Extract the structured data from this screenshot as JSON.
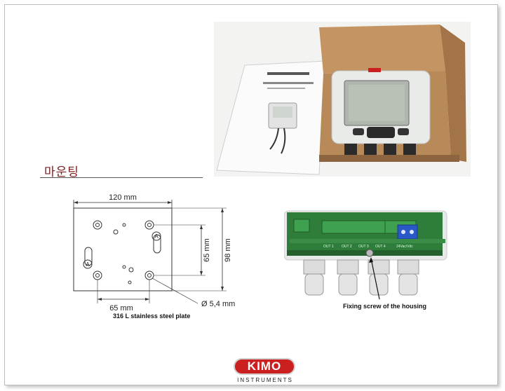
{
  "section_heading": "마운팅",
  "drawing": {
    "width_label": "120 mm",
    "hole_h_label": "65 mm",
    "hole_v_label": "65 mm",
    "height_label": "98 mm",
    "hole_diameter_label": "Ø 5,4 mm",
    "plate_caption": "316 L stainless steel plate",
    "slot_marks": [
      "A",
      "A"
    ]
  },
  "photo_bottom": {
    "caption": "Fixing screw of the housing",
    "terminal_labels": [
      "OUT 1",
      "OUT 2",
      "OUT 3",
      "OUT 4",
      "24Vac/Vdc"
    ]
  },
  "logo": {
    "name": "KIMO",
    "tagline": "INSTRUMENTS"
  },
  "colors": {
    "heading": "#7a2020",
    "logo_red": "#cc1f1f",
    "box_brown": "#b88a5a",
    "pcb_green": "#2e7d3a"
  }
}
